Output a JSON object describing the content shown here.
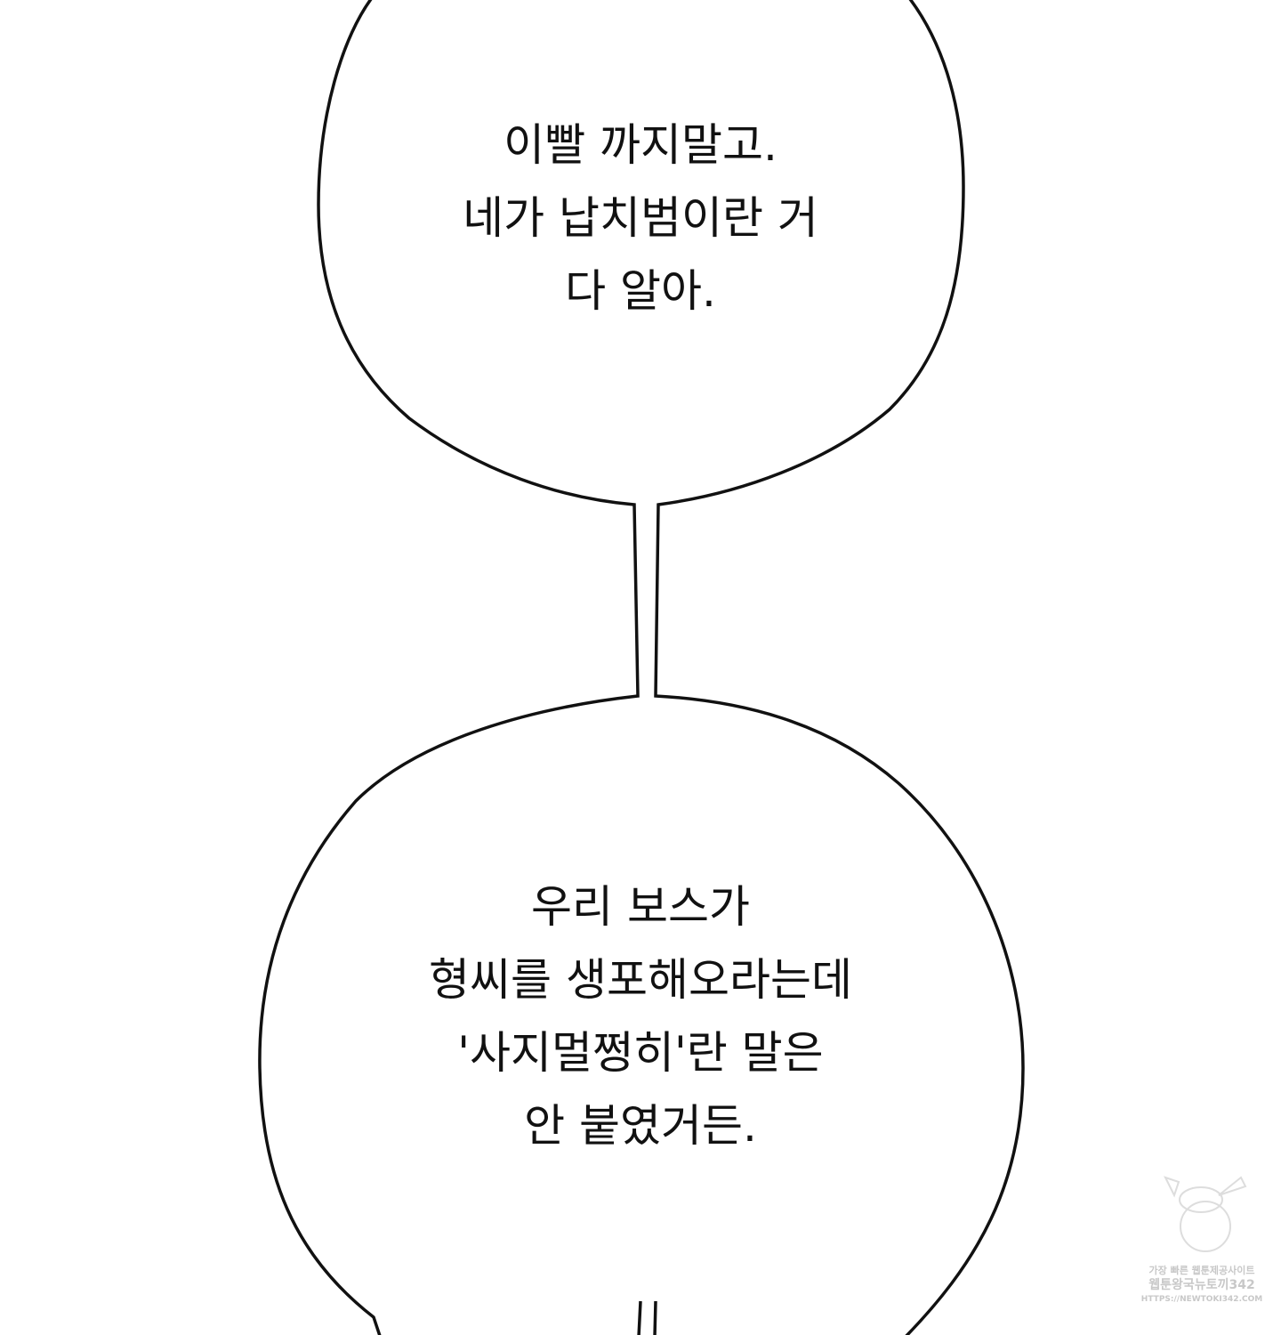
{
  "bubbles": [
    {
      "lines": [
        "이빨 까지말고.",
        "네가 납치범이란 거",
        "다 알아."
      ]
    },
    {
      "lines": [
        "우리 보스가",
        "형씨를 생포해오라는데",
        "'사지멀쩡히'란 말은",
        "안 붙였거든."
      ]
    }
  ],
  "watermark": {
    "line1": "가장 빠른 웹툰제공사이트",
    "line2": "웹툰왕국뉴토끼342",
    "line3": "HTTPS://NEWTOKI342.COM"
  },
  "colors": {
    "ink": "#111111",
    "background": "#ffffff",
    "watermark": "#c8c8c8"
  }
}
